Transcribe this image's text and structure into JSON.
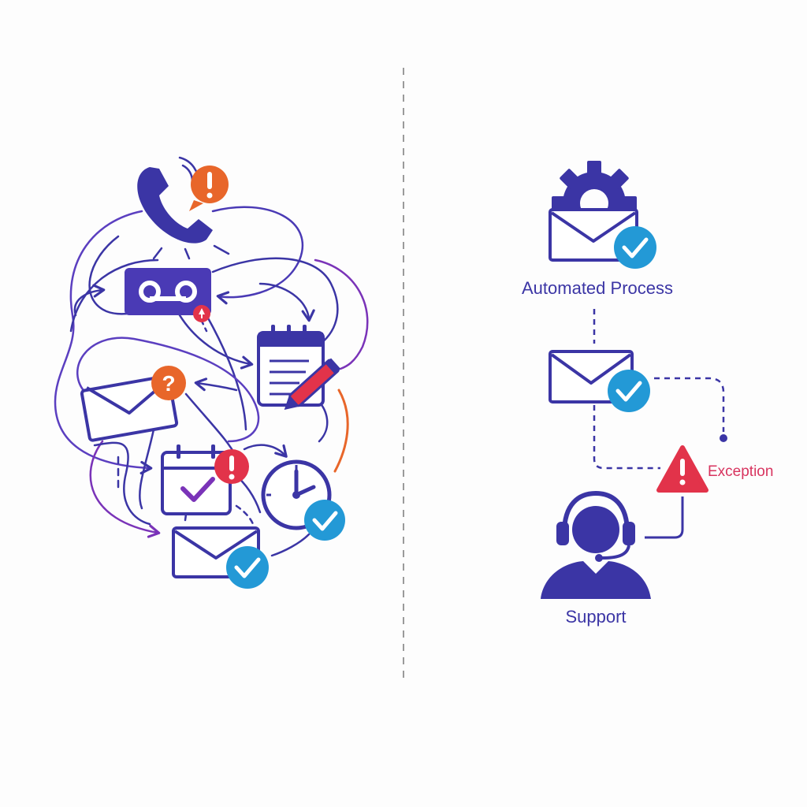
{
  "colors": {
    "indigo": "#3b35a5",
    "purple": "#5b3fc0",
    "violet": "#7a33b8",
    "orange": "#e8662a",
    "red": "#e2334a",
    "blue": "#2399d6",
    "gray": "#9a9a9a",
    "exception_text": "#d8345f"
  },
  "left_panel": {
    "icons": [
      "phone-icon",
      "voicemail-icon",
      "notepad-icon",
      "pencil-icon",
      "email-icon",
      "calendar-icon",
      "clock-icon",
      "email-icon"
    ],
    "badges": [
      "exclamation-badge",
      "question-badge",
      "exclamation-badge",
      "check-badge",
      "check-badge"
    ]
  },
  "right_panel": {
    "automated_label": "Automated Process",
    "exception_label": "Exception",
    "support_label": "Support",
    "icons": [
      "gear-icon",
      "email-icon",
      "check-badge",
      "email-icon",
      "check-badge",
      "warning-icon",
      "support-agent-icon"
    ]
  }
}
